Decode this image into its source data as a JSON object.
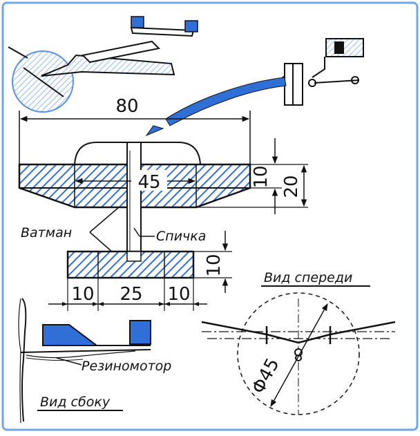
{
  "dimensions": {
    "total_span": "80",
    "wing_center": "45",
    "wing_thickness": "10",
    "total_height": "20",
    "stab_height": "10",
    "stab_left": "10",
    "stab_center": "25",
    "stab_right": "10",
    "prop_diameter": "Φ45"
  },
  "labels": {
    "vatman": "Ватман",
    "spichka": "Спичка",
    "rezinomotor": "Резиномотор",
    "front_view": "Вид спереди",
    "side_view": "Вид сбоку"
  },
  "colors": {
    "accent_blue": "#2f6fd6",
    "hatch_blue": "#5b8fe0",
    "frame_blue": "#6fa7ea",
    "ink": "#111111"
  }
}
